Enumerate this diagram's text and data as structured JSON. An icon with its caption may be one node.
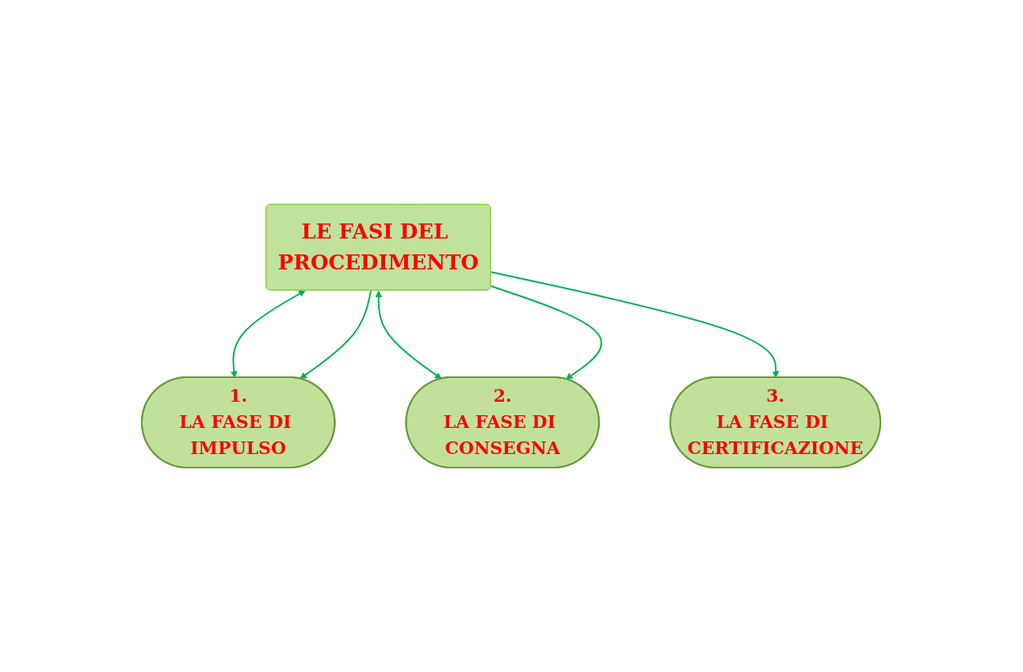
{
  "diagram": {
    "nodes": [
      {
        "text": [
          "LE FASI DEL PROCEDIMENTO"
        ]
      },
      {
        "text": [
          "1.",
          "LA FASE DI IMPULSO"
        ]
      },
      {
        "text": [
          "2.",
          "LA FASE DI CONSEGNA"
        ]
      },
      {
        "text": [
          "3.",
          "LA FASE DI CERTIFICAZIONE"
        ]
      }
    ],
    "edges": [
      {
        "from": 0,
        "to": 1,
        "arrow": "both"
      },
      {
        "from": 0,
        "to": 2,
        "arrow": "both"
      },
      {
        "from": 0,
        "to": 3,
        "arrow": "to"
      },
      {
        "from": 0,
        "to": 1,
        "arrow": "to"
      },
      {
        "from": 0,
        "to": 2,
        "arrow": "to"
      }
    ]
  }
}
